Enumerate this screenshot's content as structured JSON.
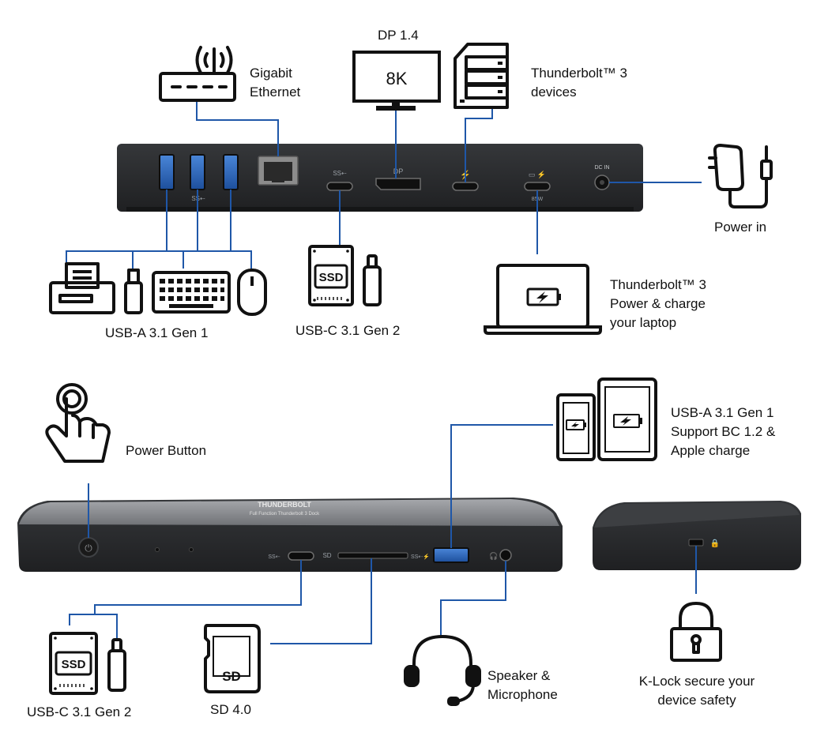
{
  "labels": {
    "dp": "DP 1.4",
    "monitor_res": "8K",
    "gigabit_1": "Gigabit",
    "gigabit_2": "Ethernet",
    "tb_devices_1": "Thunderbolt™ 3",
    "tb_devices_2": "devices",
    "power_in": "Power in",
    "usba_rear": "USB-A 3.1 Gen 1",
    "usbc_rear": "USB-C 3.1 Gen 2",
    "tb_laptop_1": "Thunderbolt™ 3",
    "tb_laptop_2": "Power & charge",
    "tb_laptop_3": "your laptop",
    "power_button": "Power Button",
    "usba_front_1": "USB-A 3.1 Gen 1",
    "usba_front_2": "Support BC 1.2 &",
    "usba_front_3": "Apple charge",
    "usbc_front": "USB-C 3.1 Gen 2",
    "sd": "SD 4.0",
    "speaker_1": "Speaker &",
    "speaker_2": "Microphone",
    "klock_1": "K-Lock secure your",
    "klock_2": "device safety"
  },
  "icon_text": {
    "ssd": "SSD",
    "sd": "SD"
  },
  "port_marks": {
    "dp": "DP",
    "dc_in": "DC IN",
    "watt": "85W",
    "sd_slot": "SD",
    "brand": "THUNDERBOLT",
    "brand_sub": "Full Function Thunderbolt 3 Dock"
  },
  "colors": {
    "connector_line": "#1f57a8",
    "dock_body": "#2b2d30",
    "dock_top": "#8d8f93",
    "icon_stroke": "#111111"
  }
}
